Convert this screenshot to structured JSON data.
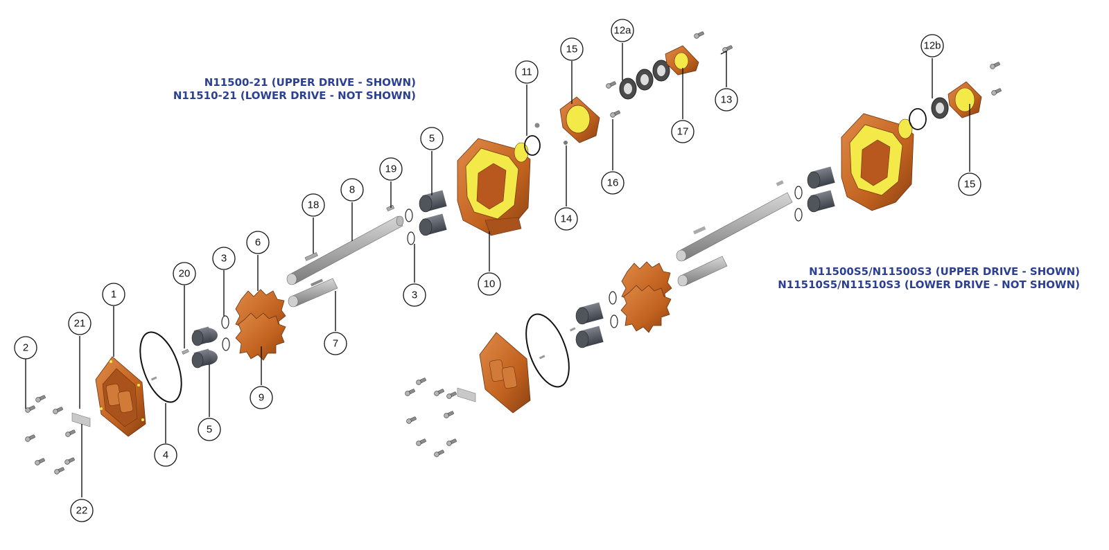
{
  "titles": {
    "upper_left_line1": "N11500-21 (UPPER DRIVE - SHOWN)",
    "upper_left_line2": "N11510-21 (LOWER DRIVE - NOT SHOWN)",
    "lower_right_line1": "N11500S5/N11500S3 (UPPER DRIVE - SHOWN)",
    "lower_right_line2": "N11510S5/N11510S3 (LOWER DRIVE - NOT SHOWN)"
  },
  "callouts": [
    "1",
    "2",
    "3",
    "3",
    "4",
    "5",
    "5",
    "6",
    "7",
    "8",
    "9",
    "10",
    "11",
    "12a",
    "12b",
    "13",
    "14",
    "15",
    "15",
    "16",
    "17",
    "18",
    "19",
    "20",
    "21",
    "22"
  ],
  "colors": {
    "title": "#2b3f93",
    "bronze": "#c8692a",
    "bronze_dark": "#7a3a12",
    "cavity_yellow": "#f3ea4a",
    "steel": "#9c9c9c",
    "bushing": "#5a5e66"
  }
}
